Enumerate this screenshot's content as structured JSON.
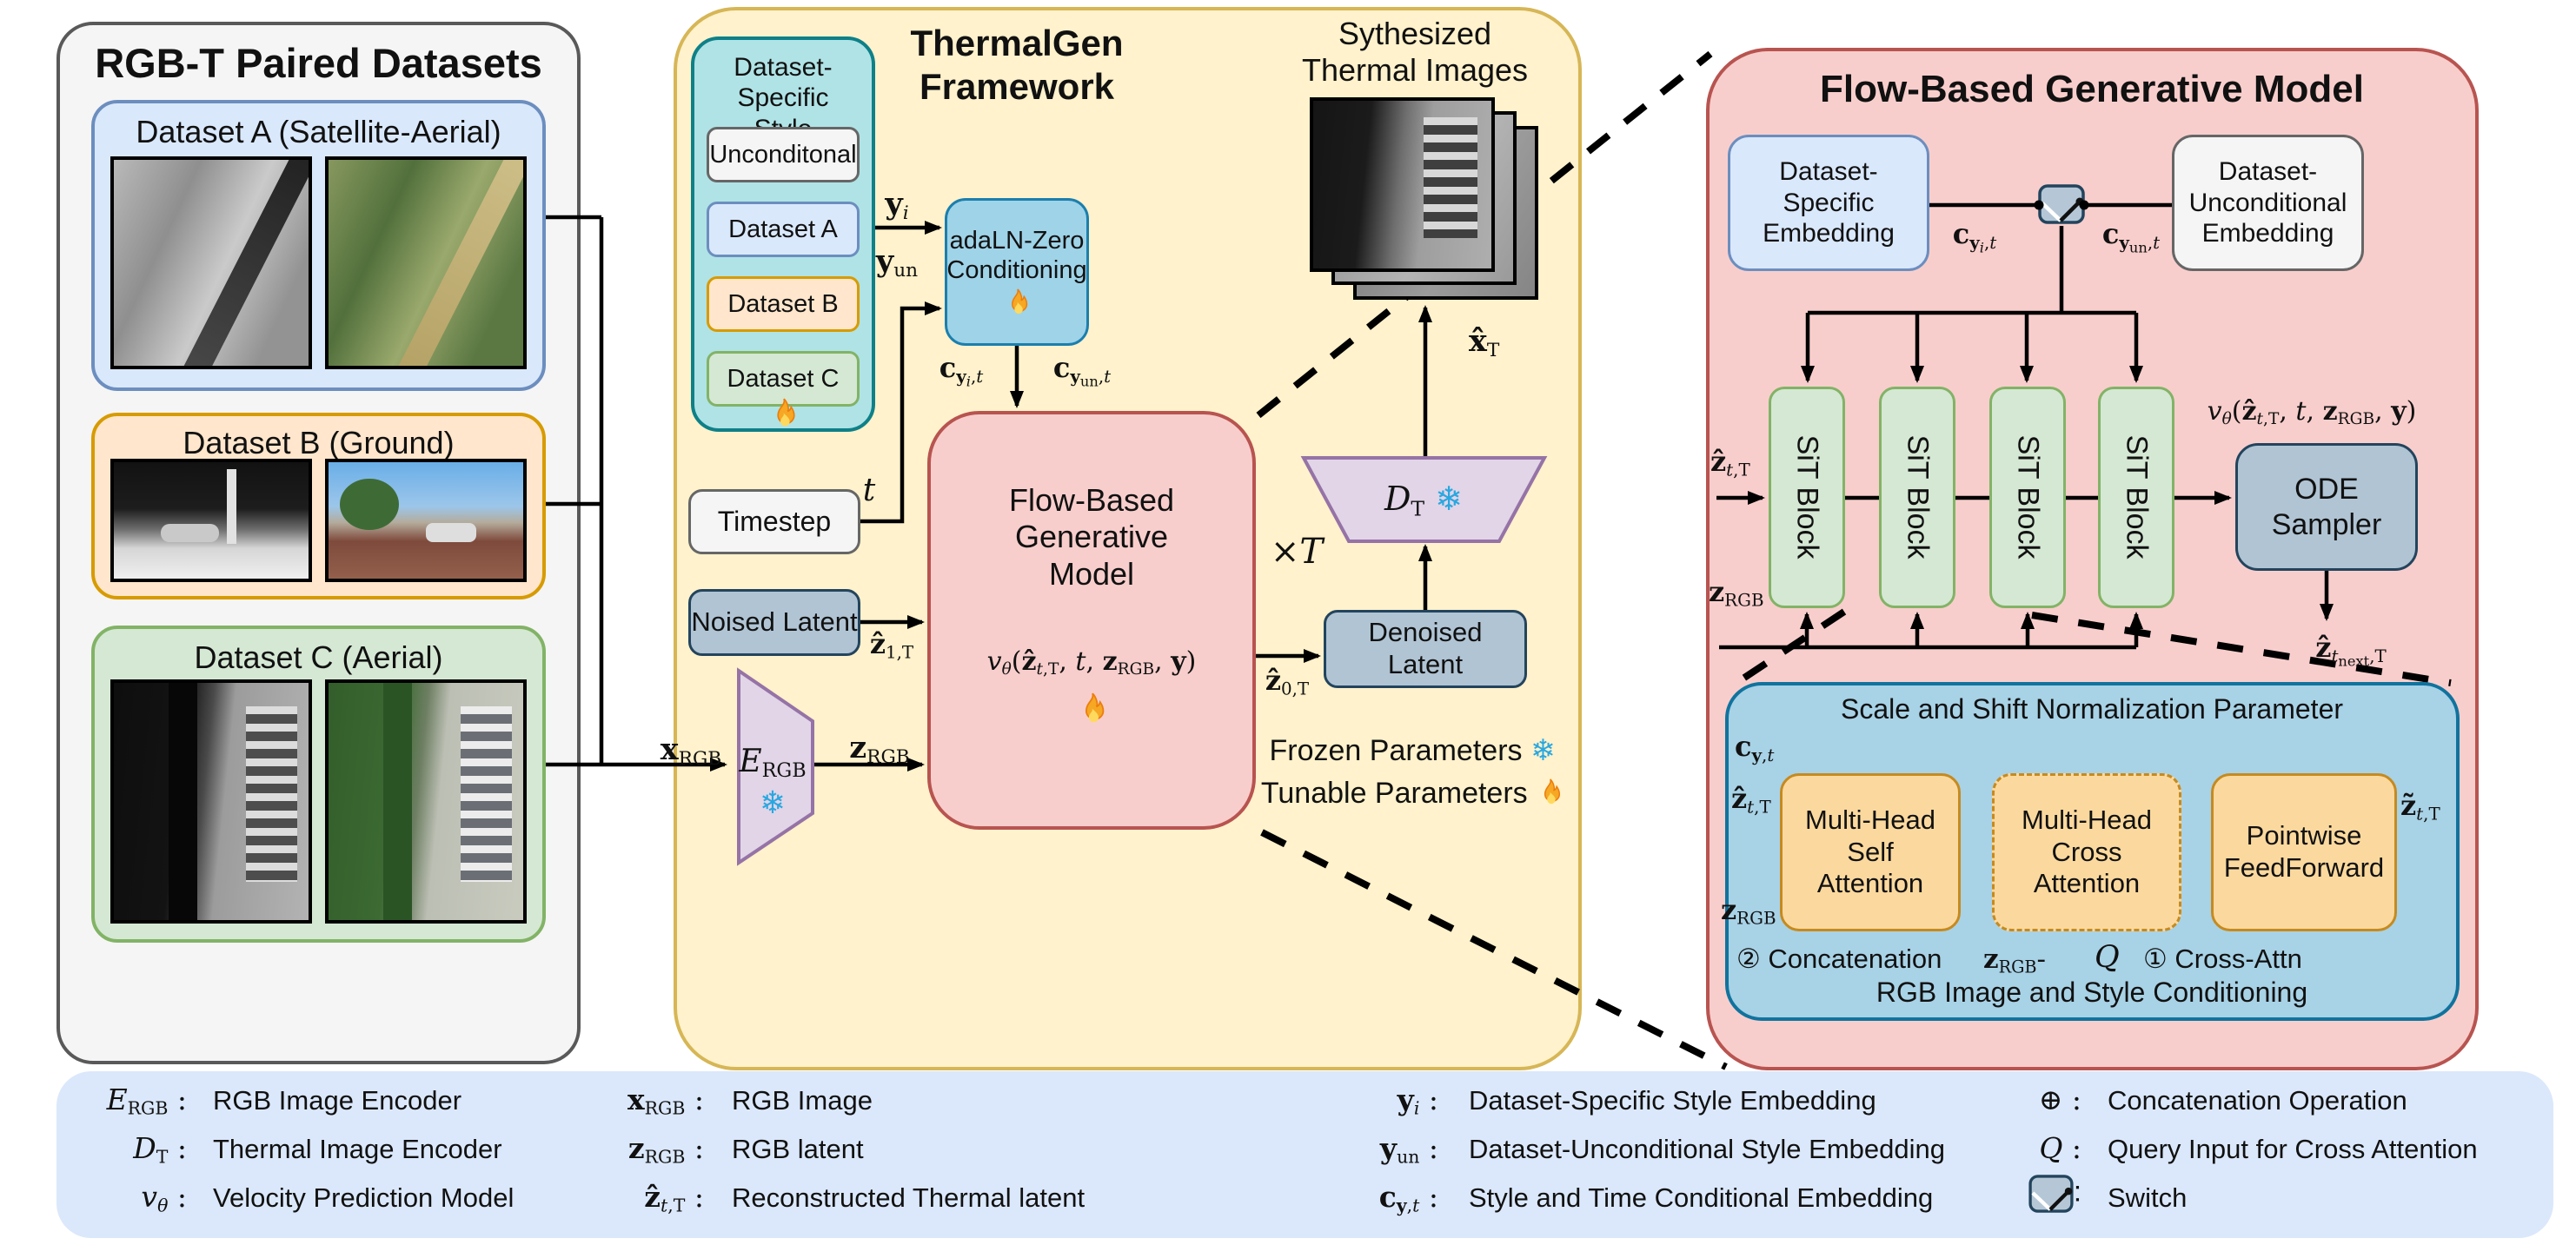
{
  "colors": {
    "left_panel_bg": "#f5f5f5",
    "left_panel_border": "#595959",
    "mid_panel_bg": "#fff2cc",
    "mid_panel_border": "#d6b656",
    "right_panel_bg": "#f8cecc",
    "right_panel_border": "#b85450",
    "teal_bg": "#b0e3e6",
    "teal_border": "#0e8088",
    "blue_bg": "#dae8fc",
    "blue_border": "#6c8ebf",
    "orange_bg": "#ffe6cc",
    "orange_border": "#d79b00",
    "green_bg": "#d5e8d4",
    "green_border": "#82b366",
    "gray_bg": "#f5f5f5",
    "gray_border": "#666666",
    "slate_bg": "#b0c4d4",
    "slate_border": "#23445d",
    "purple_bg": "#e1d5e7",
    "purple_border": "#9673a6",
    "adaln_bg": "#9fd3e8",
    "adaln_border": "#1b7fae",
    "inner_blue_bg": "#a8d2e6",
    "inner_blue_border": "#10739e",
    "attention_bg": "#fbd99e",
    "attention_border": "#c68a1f",
    "legend_bg": "#dbe8fb",
    "flame": "#f6a723",
    "snow": "#2aa7e0"
  },
  "left_panel": {
    "title": "RGB-T Paired Datasets",
    "datasets": [
      {
        "label": "Dataset A (Satellite-Aerial)"
      },
      {
        "label": "Dataset B (Ground)"
      },
      {
        "label": "Dataset C (Aerial)"
      }
    ]
  },
  "framework": {
    "title_line1": "ThermalGen",
    "title_line2": "Framework",
    "style_box": {
      "title_line1": "Dataset-Specific",
      "title_line2": "Style Embeddings",
      "items": [
        "Unconditonal",
        "Dataset A",
        "Dataset B",
        "Dataset C"
      ]
    },
    "adaln_line1": "adaLN-Zero",
    "adaln_line2": "Conditioning",
    "timestep": "Timestep",
    "noised": "Noised Latent",
    "flow_line1": "Flow-Based",
    "flow_line2": "Generative",
    "flow_line3": "Model",
    "flow_formula": "<i>v</i><sub><i>θ</i></sub>(<b>ẑ</b><sub><i>t</i>,T</sub>, <i>t</i>, <b>z</b><sub>RGB</sub>, <b>y</b>)",
    "denoised_line1": "Denoised",
    "denoised_line2": "Latent",
    "synth_line1": "Sythesized",
    "synth_line2": "Thermal Images",
    "frozen_note": "Frozen Parameters",
    "tunable_note": "Tunable Parameters",
    "math": {
      "y_i": "<b>y</b><sub><i>i</i></sub>",
      "y_un": "<b>y</b><sub>un</sub>",
      "t": "<i>t</i>",
      "c_yi_t": "<b>c</b><sub><b>y</b><sub><i>i</i></sub>,<i>t</i></sub>",
      "c_yun_t": "<b>c</b><sub><b>y</b><sub>un</sub>,<i>t</i></sub>",
      "z_1T": "<b>ẑ</b><sub>1,T</sub>",
      "z_0T": "<b>ẑ</b><sub>0,T</sub>",
      "x_rgb": "<b>x</b><sub>RGB</sub>",
      "z_rgb": "<b>z</b><sub>RGB</sub>",
      "E_rgb": "<i>E</i><sub>RGB</sub>",
      "D_T": "<i>D</i><sub>T</sub> <span class=\"snow\">❄</span>",
      "xT": "×<i>T</i>",
      "x_hat_T": "<b>x̂</b><sub>T</sub>"
    }
  },
  "right_panel": {
    "title": "Flow-Based Generative Model",
    "spec_line1": "Dataset-",
    "spec_line2": "Specific",
    "spec_line3": "Embedding",
    "uncond_line1": "Dataset-",
    "uncond_line2": "Unconditional",
    "uncond_line3": "Embedding",
    "sit_label": "SiT Block",
    "ode_line1": "ODE",
    "ode_line2": "Sampler",
    "formula": "<i>v</i><sub><i>θ</i></sub>(<b>ẑ</b><sub><i>t</i>,T</sub>, <i>t</i>, <b>z</b><sub>RGB</sub>, <b>y</b>)",
    "math": {
      "c_yi_t": "<b>c</b><sub><b>y</b><sub><i>i</i></sub>,<i>t</i></sub>",
      "c_yun_t": "<b>c</b><sub><b>y</b><sub>un</sub>,<i>t</i></sub>",
      "z_hat_tT": "<b>ẑ</b><sub><i>t</i>,T</sub>",
      "z_rgb": "<b>z</b><sub>RGB</sub>",
      "z_next": "<b>ẑ</b><sub><i>t</i><sub>next</sub>,T</sub>"
    },
    "inner": {
      "title": "Scale and Shift Normalization Parameter",
      "c_yt": "<b>c</b><sub><b>y</b>,<i>t</i></sub>",
      "z_hat_tT": "<b>ẑ</b><sub><i>t</i>,T</sub>",
      "z_rgb": "<b>z</b><sub>RGB</sub>",
      "z_tilde": "<b>z̃</b><sub><i>t</i>,T</sub>",
      "box1_line1": "Multi-Head",
      "box1_line2": "Self",
      "box1_line3": "Attention",
      "box2_line1": "Multi-Head",
      "box2_line2": "Cross",
      "box2_line3": "Attention",
      "box3_line1": "Pointwise",
      "box3_line2": "FeedForward",
      "concat_caption": "② Concatenation",
      "zrgb_q": "<b>z</b><sub>RGB</sub>-",
      "q": "<i>Q</i>",
      "crossattn_caption": "① Cross-Attn",
      "bottom_title": "RGB Image and Style Conditioning"
    }
  },
  "legend": {
    "switch_colon": ":",
    "items": [
      {
        "sym": "<i>E</i><sub>RGB</sub> :",
        "desc": "RGB Image Encoder"
      },
      {
        "sym": "<i>D</i><sub>T</sub> :",
        "desc": "Thermal Image Encoder"
      },
      {
        "sym": "<i>v</i><sub><i>θ</i></sub> :",
        "desc": "Velocity Prediction Model"
      },
      {
        "sym": "<b>x</b><sub>RGB</sub> :",
        "desc": "RGB Image"
      },
      {
        "sym": "<b>z</b><sub>RGB</sub> :",
        "desc": "RGB latent"
      },
      {
        "sym": "<b>ẑ</b><sub><i>t</i>,T</sub> :",
        "desc": "Reconstructed Thermal latent"
      },
      {
        "sym": "<b>y</b><sub><i>i</i></sub> :",
        "desc": "Dataset-Specific Style Embedding"
      },
      {
        "sym": "<b>y</b><sub>un</sub> :",
        "desc": "Dataset-Unconditional Style Embedding"
      },
      {
        "sym": "<b>c</b><sub><b>y</b>,<i>t</i></sub> :",
        "desc": "Style and Time Conditional Embedding"
      },
      {
        "sym": "⊕ :",
        "desc": "Concatenation Operation"
      },
      {
        "sym": "<i>Q</i> :",
        "desc": "Query Input for Cross Attention"
      },
      {
        "sym": "",
        "desc": "Switch"
      }
    ]
  }
}
